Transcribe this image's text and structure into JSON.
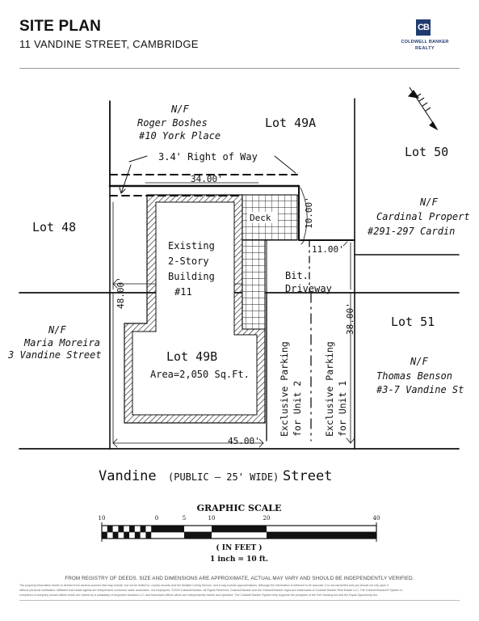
{
  "header": {
    "title": "SITE PLAN",
    "subtitle": "11 VANDINE STREET, CAMBRIDGE"
  },
  "logo": {
    "mark": "CB",
    "line1": "COLDWELL BANKER",
    "line2": "REALTY",
    "brand_color": "#1f3b6e"
  },
  "plan": {
    "north_owner_1": "N/F",
    "north_owner_2": "Roger Boshes",
    "north_owner_3": "#10 York Place",
    "lot_49a": "Lot 49A",
    "lot_50": "Lot 50",
    "lot_48": "Lot 48",
    "lot_51": "Lot 51",
    "right_of_way": "3.4' Right of Way",
    "dim_top": "34.00'",
    "dim_deck": "10.00'",
    "dim_step": "11.00'",
    "dim_left": "48.00'",
    "dim_right": "38.00'",
    "dim_bottom": "45.00'",
    "deck": "Deck",
    "building_1": "Existing",
    "building_2": "2-Story",
    "building_3": "Building",
    "building_4": "#11",
    "driveway_1": "Bit.",
    "driveway_2": "Driveway",
    "lot_49b": "Lot 49B",
    "area": "Area=2,050 Sq.Ft.",
    "east_owner_1": "N/F",
    "east_owner_2": "Cardinal Propert",
    "east_owner_3": "#291-297 Cardin",
    "west_owner_1": "N/F",
    "west_owner_2": "Maria Moreira",
    "west_owner_3": "3 Vandine Street",
    "se_owner_1": "N/F",
    "se_owner_2": "Thomas Benson",
    "se_owner_3": "#3-7 Vandine St",
    "parking_unit2_a": "Exclusive Parking",
    "parking_unit2_b": "for Unit 2",
    "parking_unit1_a": "Exclusive Parking",
    "parking_unit1_b": "for Unit 1",
    "street_1": "Vandine",
    "street_2": "(PUBLIC – 25' WIDE)",
    "street_3": "Street"
  },
  "scale": {
    "title": "GRAPHIC SCALE",
    "ticks": [
      "10",
      "0",
      "5",
      "10",
      "20",
      "40"
    ],
    "unit": "( IN FEET )",
    "ratio": "1 inch = 10 ft."
  },
  "footer": {
    "disclaimer": "FROM REGISTRY OF DEEDS. SIZE AND DIMENSIONS ARE APPROXIMATE, ACTUAL MAY VARY AND SHOULD BE INDEPENDENTLY VERIFIED.",
    "fine_1": "The property information herein is derived from various sources that may include, but not be limited to, county records and the Multiple Listing Service, and it may include approximations. Although the information is believed to be accurate, it is not warranted and you should not rely upon it",
    "fine_2": "without personal verification. Affiliated real estate agents are independent contractor sales associates, not employees. ©2020 Coldwell Banker. All Rights Reserved. Coldwell Banker and the Coldwell Banker logos are trademarks of Coldwell Banker Real Estate LLC. The Coldwell Banker® System is",
    "fine_3": "comprised of company owned offices which are owned by a subsidiary of Anywhere Advisors LLC and franchised offices which are independently owned and operated. The Coldwell Banker System fully supports the principles of the Fair Housing Act and the Equal Opportunity Act."
  }
}
